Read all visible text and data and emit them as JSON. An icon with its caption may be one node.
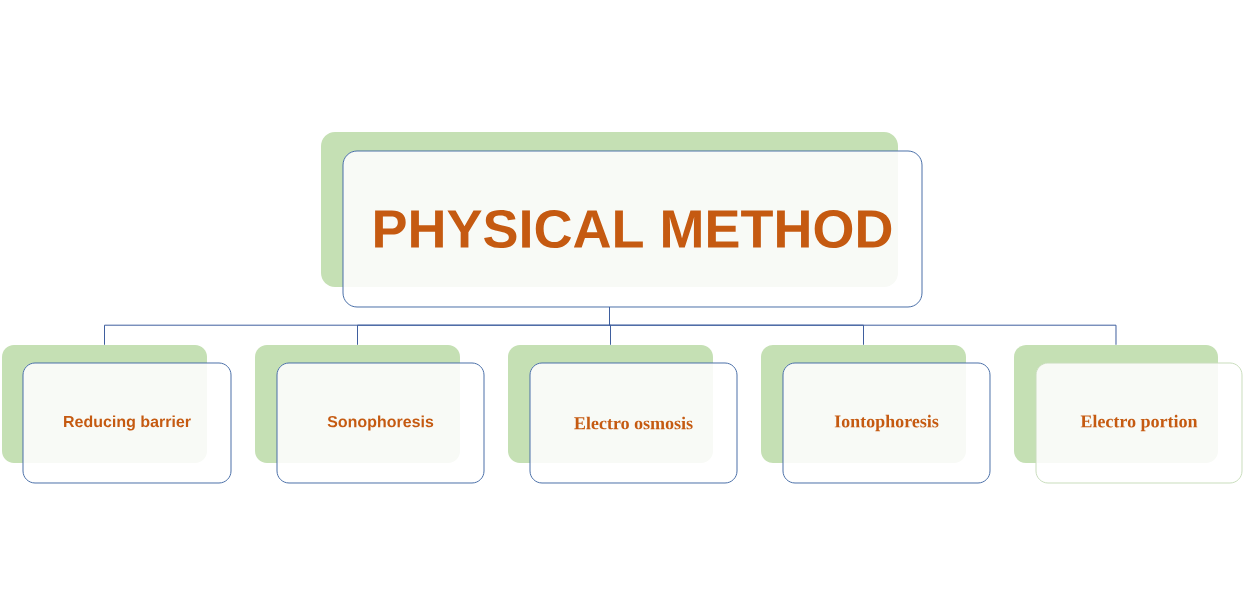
{
  "diagram": {
    "nodes": [
      {
        "text": [
          "PHYSICAL METHOD"
        ]
      },
      {
        "text": [
          "Reducing barrier"
        ]
      },
      {
        "text": [
          "Sonophoresis"
        ]
      },
      {
        "text": [
          "Electro osmosis"
        ]
      },
      {
        "text": [
          "Iontophoresis"
        ]
      },
      {
        "text": [
          "Electro portion"
        ]
      }
    ],
    "edges": [
      {
        "from": 0,
        "to": 1,
        "arrow": "none"
      },
      {
        "from": 0,
        "to": 2,
        "arrow": "none"
      },
      {
        "from": 0,
        "to": 3,
        "arrow": "none"
      },
      {
        "from": 0,
        "to": 4,
        "arrow": "none"
      },
      {
        "from": 0,
        "to": 5,
        "arrow": "none"
      }
    ]
  }
}
